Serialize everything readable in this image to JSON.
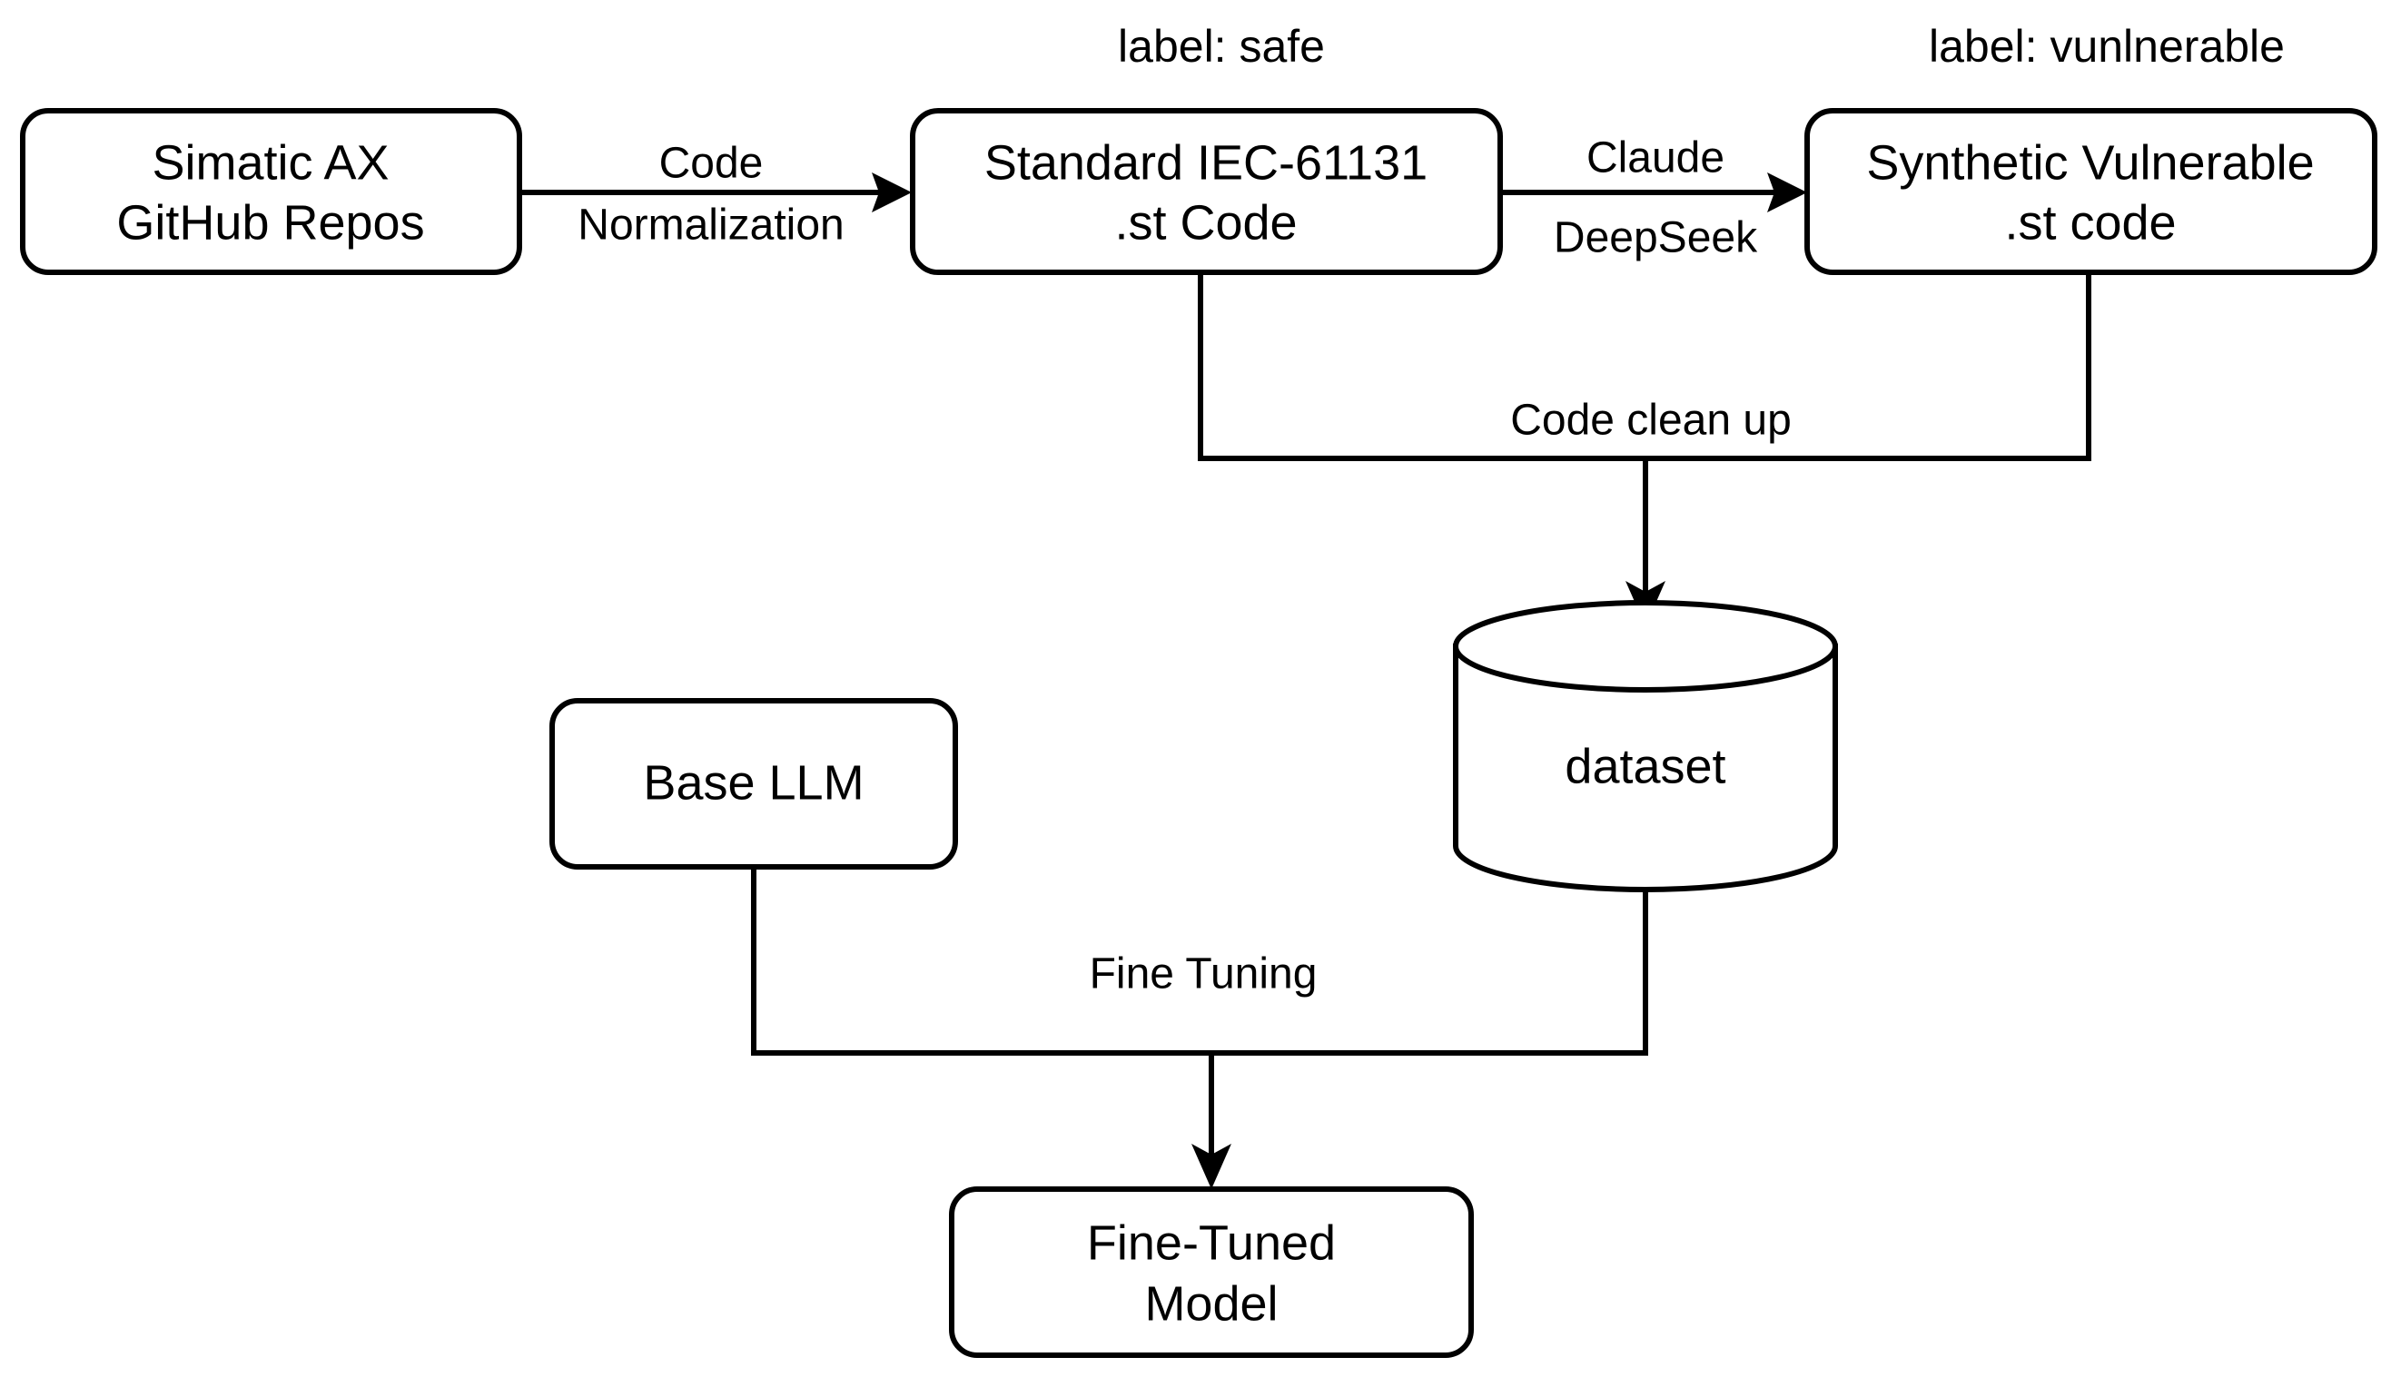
{
  "diagram": {
    "title": "LLM fine-tuning data pipeline flowchart",
    "background_color": "#ffffff",
    "stroke_color": "#000000",
    "nodes": {
      "source_repos": {
        "line1": "Simatic AX",
        "line2": "GitHub Repos"
      },
      "standard_code": {
        "line1": "Standard IEC-61131",
        "line2": ".st Code"
      },
      "synthetic_code": {
        "line1": "Synthetic Vulnerable",
        "line2": ".st code"
      },
      "dataset": {
        "label": "dataset"
      },
      "base_llm": {
        "label": "Base LLM"
      },
      "fine_tuned_model": {
        "line1": "Fine-Tuned",
        "line2": "Model"
      }
    },
    "annotations": {
      "safe_label": "label: safe",
      "vulnerable_label": "label: vunlnerable"
    },
    "edges": {
      "normalization": {
        "line1": "Code",
        "line2": "Normalization"
      },
      "generation": {
        "line1": "Claude",
        "line2": "DeepSeek"
      },
      "cleanup": {
        "label": "Code clean up"
      },
      "fine_tuning": {
        "label": "Fine Tuning"
      }
    }
  }
}
